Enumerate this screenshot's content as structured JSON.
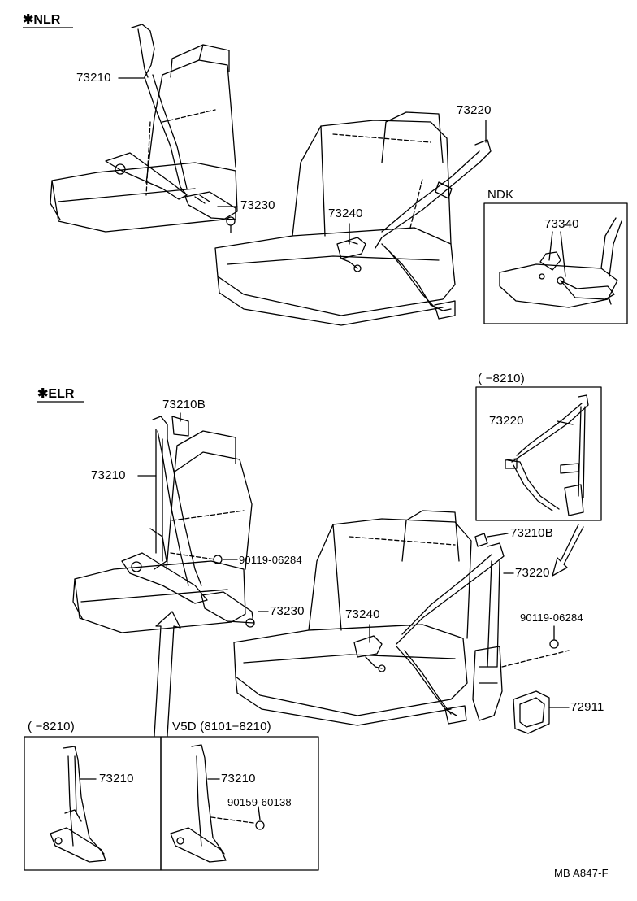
{
  "sections": {
    "nlr": "✱NLR",
    "elr": "✱ELR"
  },
  "nlr": {
    "label_73210": "73210",
    "label_73220": "73220",
    "label_73230": "73230",
    "label_73240": "73240",
    "ndk_title": "NDK",
    "label_73340": "73340"
  },
  "elr": {
    "label_73210b_left": "73210B",
    "label_73210_left": "73210",
    "label_90119_left": "90119-06284",
    "label_73230": "73230",
    "label_73240": "73240",
    "inset_right_title": "(    −8210)",
    "label_73220_inset": "73220",
    "label_73210b_right": "73210B",
    "label_73220_right": "73220",
    "label_90119_right": "90119-06284",
    "label_72911": "72911"
  },
  "bottom_insets": {
    "left_title": "(    −8210)",
    "left_label": "73210",
    "right_title": "V5D (8101−8210)",
    "right_label": "73210",
    "right_bolt": "90159-60138"
  },
  "footer": {
    "code": "MB  A847-F"
  }
}
